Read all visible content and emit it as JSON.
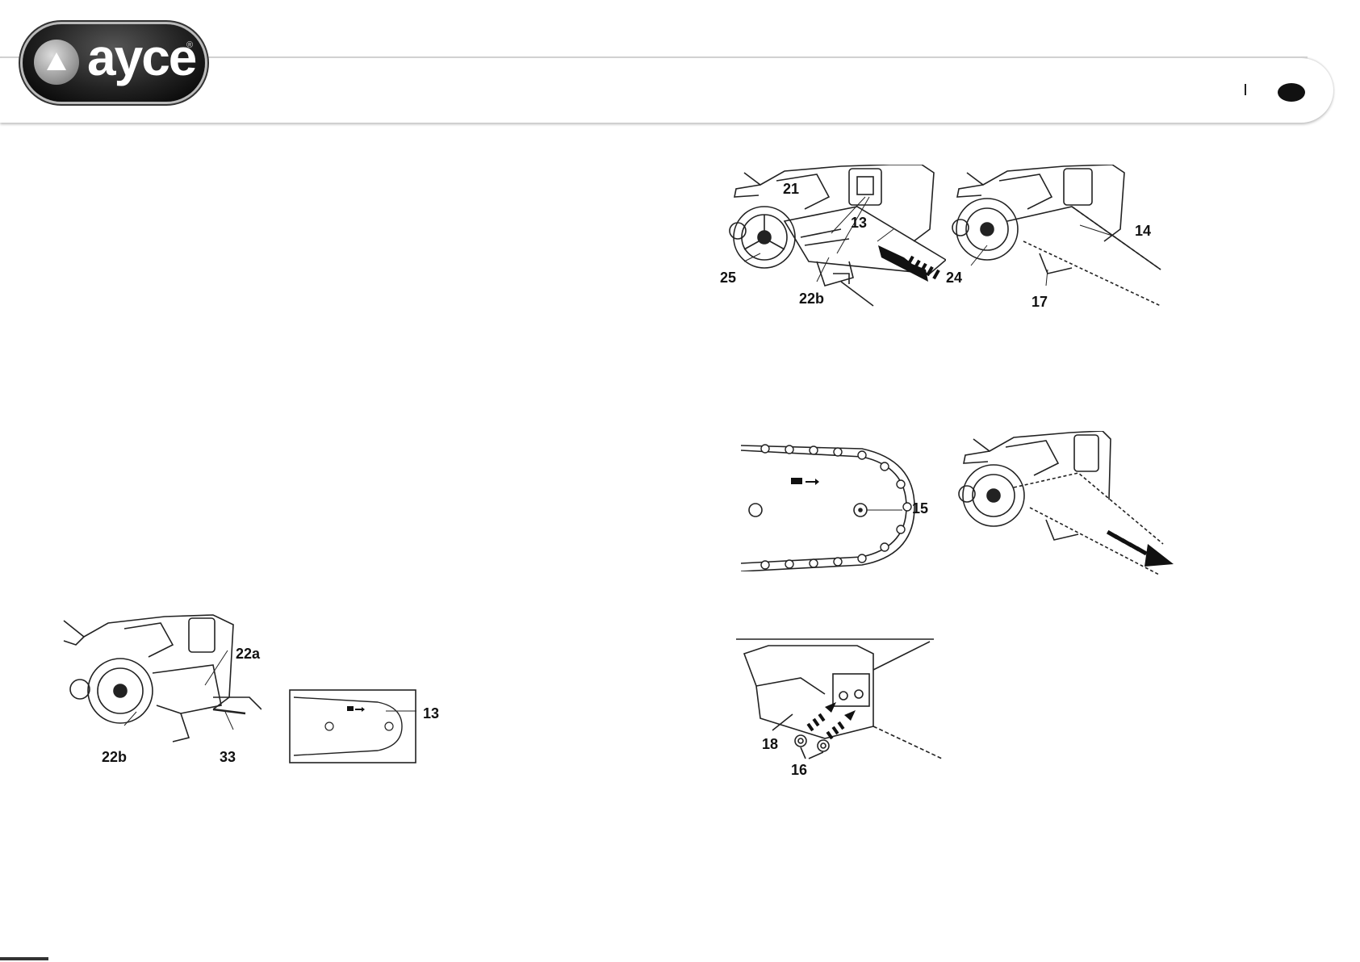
{
  "header": {
    "logo_text": "ayce",
    "logo_registered": "®",
    "page_marker": "|"
  },
  "figures": [
    {
      "id": "fig-bar-arrow-in",
      "callouts": [
        "21",
        "13",
        "25",
        "22b"
      ]
    },
    {
      "id": "fig-chain-fit",
      "callouts": [
        "14",
        "24",
        "17"
      ]
    },
    {
      "id": "fig-chain-direction",
      "callouts": [
        "15"
      ]
    },
    {
      "id": "fig-chain-tension-out",
      "callouts": []
    },
    {
      "id": "fig-cover-nuts",
      "callouts": [
        "18",
        "16"
      ]
    },
    {
      "id": "fig-bar-adjust",
      "callouts": [
        "22a",
        "22b",
        "33"
      ]
    },
    {
      "id": "fig-bar-outline",
      "callouts": [
        "13"
      ]
    }
  ],
  "icons": [
    "logo-badge",
    "chainsaw-engine-illustration",
    "guide-bar-illustration",
    "direction-arrow-icon"
  ],
  "colors": {
    "logo_bg": "#1a1a1a",
    "line": "#222222",
    "header_shadow": "#bdbdbd"
  }
}
